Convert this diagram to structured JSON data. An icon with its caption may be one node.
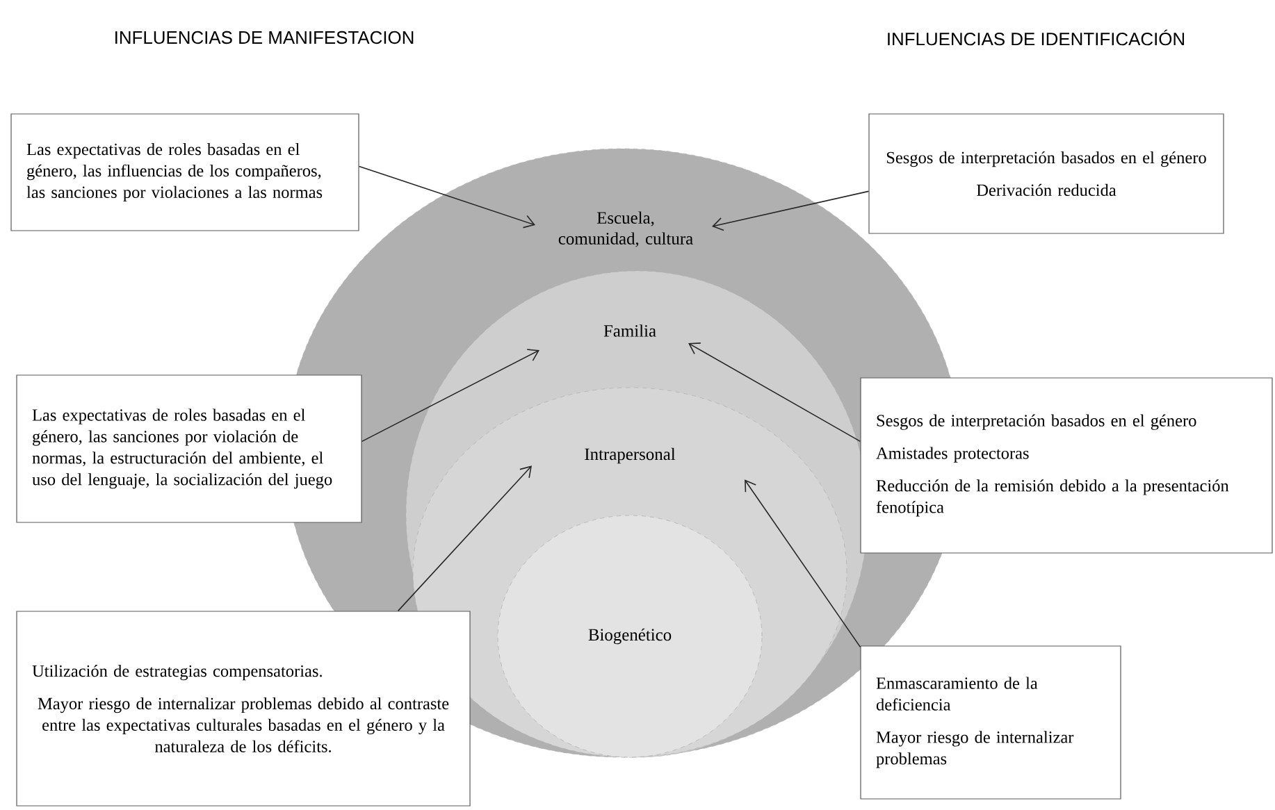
{
  "diagram": {
    "nodes": [
      {
        "text": [
          "Escuela, comunidad, cultura"
        ]
      },
      {
        "text": [
          "Familia"
        ],
        "in": 0
      },
      {
        "text": [
          "Intrapersonal"
        ],
        "in": 1
      },
      {
        "text": [
          "Biogenético"
        ],
        "in": 2
      },
      {
        "text": [
          "Las expectativas de roles basadas en el género, las influencias de los compañeros, las sanciones por violaciones a las normas"
        ]
      },
      {
        "text": [
          "Sesgos de interpretación basados en el género",
          "Derivación reducida"
        ]
      },
      {
        "text": [
          "Las expectativas de roles basadas en el género, las sanciones por violación de normas, la estructuración del ambiente, el uso del lenguaje, la socialización del juego"
        ]
      },
      {
        "text": [
          "Sesgos de interpretación basados en el género",
          "Amistades protectoras",
          "Reducción de la remisión debido a la presentación fenotípica"
        ]
      },
      {
        "text": [
          "Utilización de estrategias compensatorias.",
          "Mayor riesgo de internalizar problemas debido al contraste entre las expectativas culturales basadas en el género y la naturaleza de los déficits."
        ]
      },
      {
        "text": [
          "Enmascaramiento de la deficiencia",
          "Mayor riesgo de internalizar problemas"
        ]
      }
    ],
    "edges": [
      {
        "from": 4,
        "to": 0,
        "arrow": "to"
      },
      {
        "from": 5,
        "to": 0,
        "arrow": "to"
      },
      {
        "from": 6,
        "to": 1,
        "arrow": "to"
      },
      {
        "from": 7,
        "to": 1,
        "arrow": "to"
      },
      {
        "from": 8,
        "to": 2,
        "arrow": "to"
      },
      {
        "from": 9,
        "to": 2,
        "arrow": "to"
      }
    ],
    "labels": [
      "INFLUENCIAS DE MANIFESTACION",
      "INFLUENCIAS DE IDENTIFICACIÓN"
    ]
  }
}
